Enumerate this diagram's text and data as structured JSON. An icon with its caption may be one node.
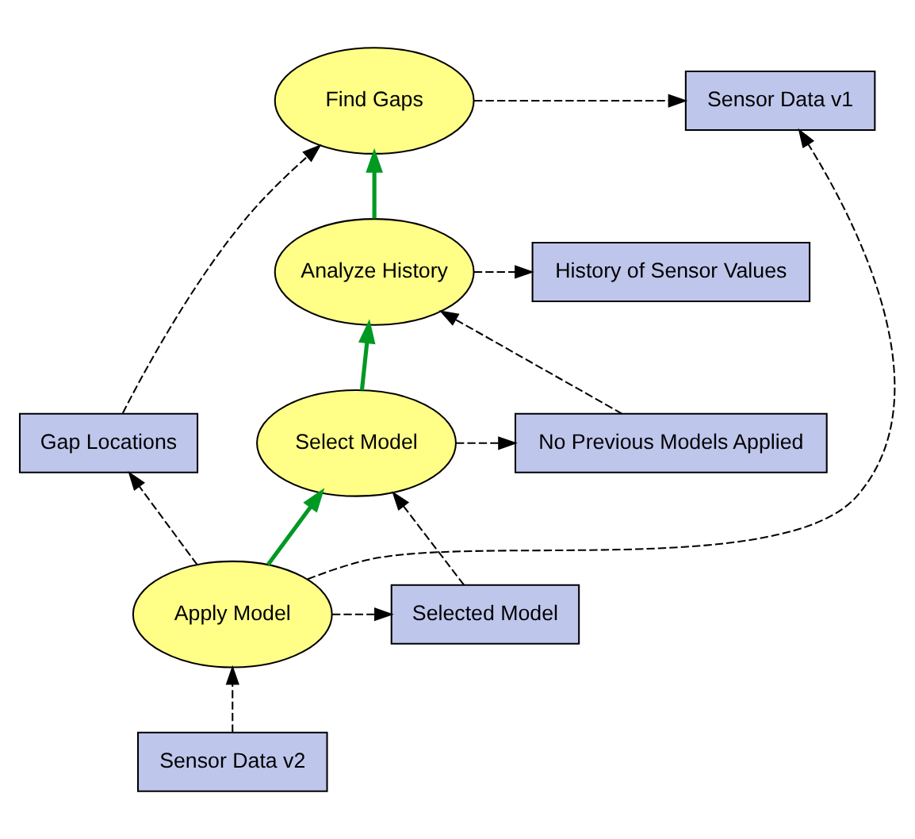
{
  "diagram": {
    "nodes": [
      {
        "text": [
          "Sensor Data v1"
        ]
      },
      {
        "text": [
          "Find Gaps"
        ]
      },
      {
        "text": [
          "History of Sensor Values"
        ]
      },
      {
        "text": [
          "Analyze History"
        ]
      },
      {
        "text": [
          "No Previous Models Applied"
        ]
      },
      {
        "text": [
          "Gap Locations"
        ]
      },
      {
        "text": [
          "Select Model"
        ]
      },
      {
        "text": [
          "Selected Model"
        ]
      },
      {
        "text": [
          "Apply Model"
        ]
      },
      {
        "text": [
          "Sensor Data v2"
        ]
      }
    ],
    "edges": [
      {
        "from": 1,
        "to": 0,
        "arrow": "to",
        "style": "dashed"
      },
      {
        "from": 3,
        "to": 1,
        "arrow": "to",
        "style": "thick",
        "color": "#009922"
      },
      {
        "from": 3,
        "to": 2,
        "arrow": "to",
        "style": "dashed"
      },
      {
        "from": 4,
        "to": 3,
        "arrow": "to",
        "style": "dashed"
      },
      {
        "from": 6,
        "to": 4,
        "arrow": "to",
        "style": "dashed"
      },
      {
        "from": 6,
        "to": 3,
        "arrow": "to",
        "style": "thick",
        "color": "#009922"
      },
      {
        "from": 7,
        "to": 6,
        "arrow": "to",
        "style": "dashed"
      },
      {
        "from": 8,
        "to": 6,
        "arrow": "to",
        "style": "thick",
        "color": "#009922"
      },
      {
        "from": 8,
        "to": 7,
        "arrow": "to",
        "style": "dashed"
      },
      {
        "from": 8,
        "to": 5,
        "arrow": "to",
        "style": "dashed"
      },
      {
        "from": 5,
        "to": 1,
        "arrow": "to",
        "style": "dashed"
      },
      {
        "from": 8,
        "to": 0,
        "arrow": "to",
        "style": "dashed"
      },
      {
        "from": 9,
        "to": 8,
        "arrow": "to",
        "style": "dashed"
      }
    ]
  }
}
